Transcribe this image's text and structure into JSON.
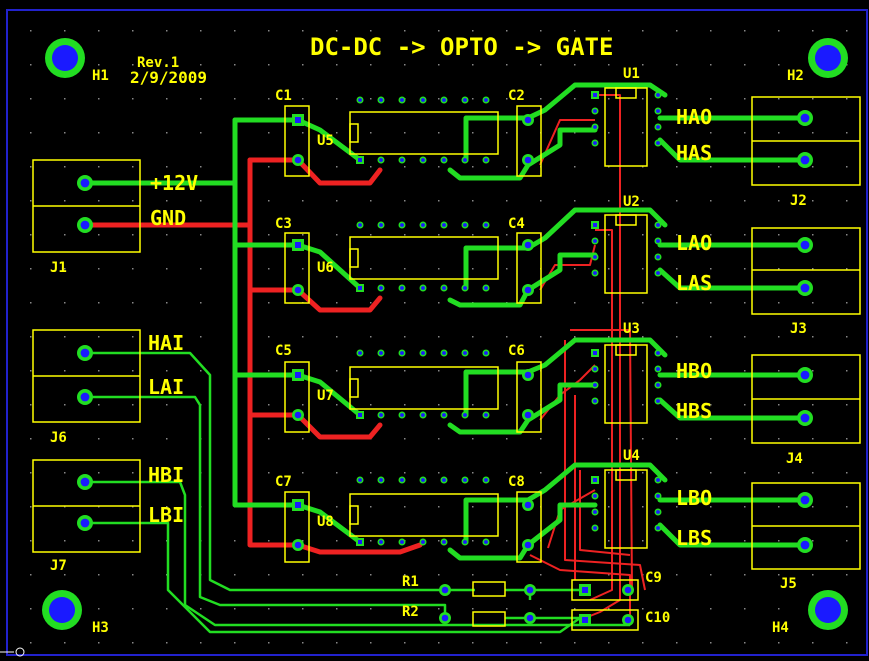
{
  "board": {
    "title": "DC-DC -> OPTO -> GATE",
    "revision": "Rev.1",
    "date": "2/9/2009"
  },
  "colors": {
    "background": "#000000",
    "silkscreen": "#ffff00",
    "top_copper": "#22dd22",
    "bottom_copper": "#ee2222",
    "pad_outer": "#22dd22",
    "pad_inner": "#1a1aff",
    "board_outline": "#2222cc"
  },
  "mounting_holes": {
    "h1": "H1",
    "h2": "H2",
    "h3": "H3",
    "h4": "H4"
  },
  "connectors": {
    "j1": {
      "ref": "J1",
      "pin1": "+12V",
      "pin2": "GND"
    },
    "j2": {
      "ref": "J2",
      "pin1": "HAO",
      "pin2": "HAS"
    },
    "j3": {
      "ref": "J3",
      "pin1": "LAO",
      "pin2": "LAS"
    },
    "j4": {
      "ref": "J4",
      "pin1": "HBO",
      "pin2": "HBS"
    },
    "j5": {
      "ref": "J5",
      "pin1": "LBO",
      "pin2": "LBS"
    },
    "j6": {
      "ref": "J6",
      "pin1": "HAI",
      "pin2": "LAI"
    },
    "j7": {
      "ref": "J7",
      "pin1": "HBI",
      "pin2": "LBI"
    }
  },
  "capacitors": {
    "c1": "C1",
    "c2": "C2",
    "c3": "C3",
    "c4": "C4",
    "c5": "C5",
    "c6": "C6",
    "c7": "C7",
    "c8": "C8",
    "c9": "C9",
    "c10": "C10"
  },
  "ics": {
    "u1": "U1",
    "u2": "U2",
    "u3": "U3",
    "u4": "U4",
    "u5": "U5",
    "u6": "U6",
    "u7": "U7",
    "u8": "U8"
  },
  "resistors": {
    "r1": "R1",
    "r2": "R2"
  }
}
